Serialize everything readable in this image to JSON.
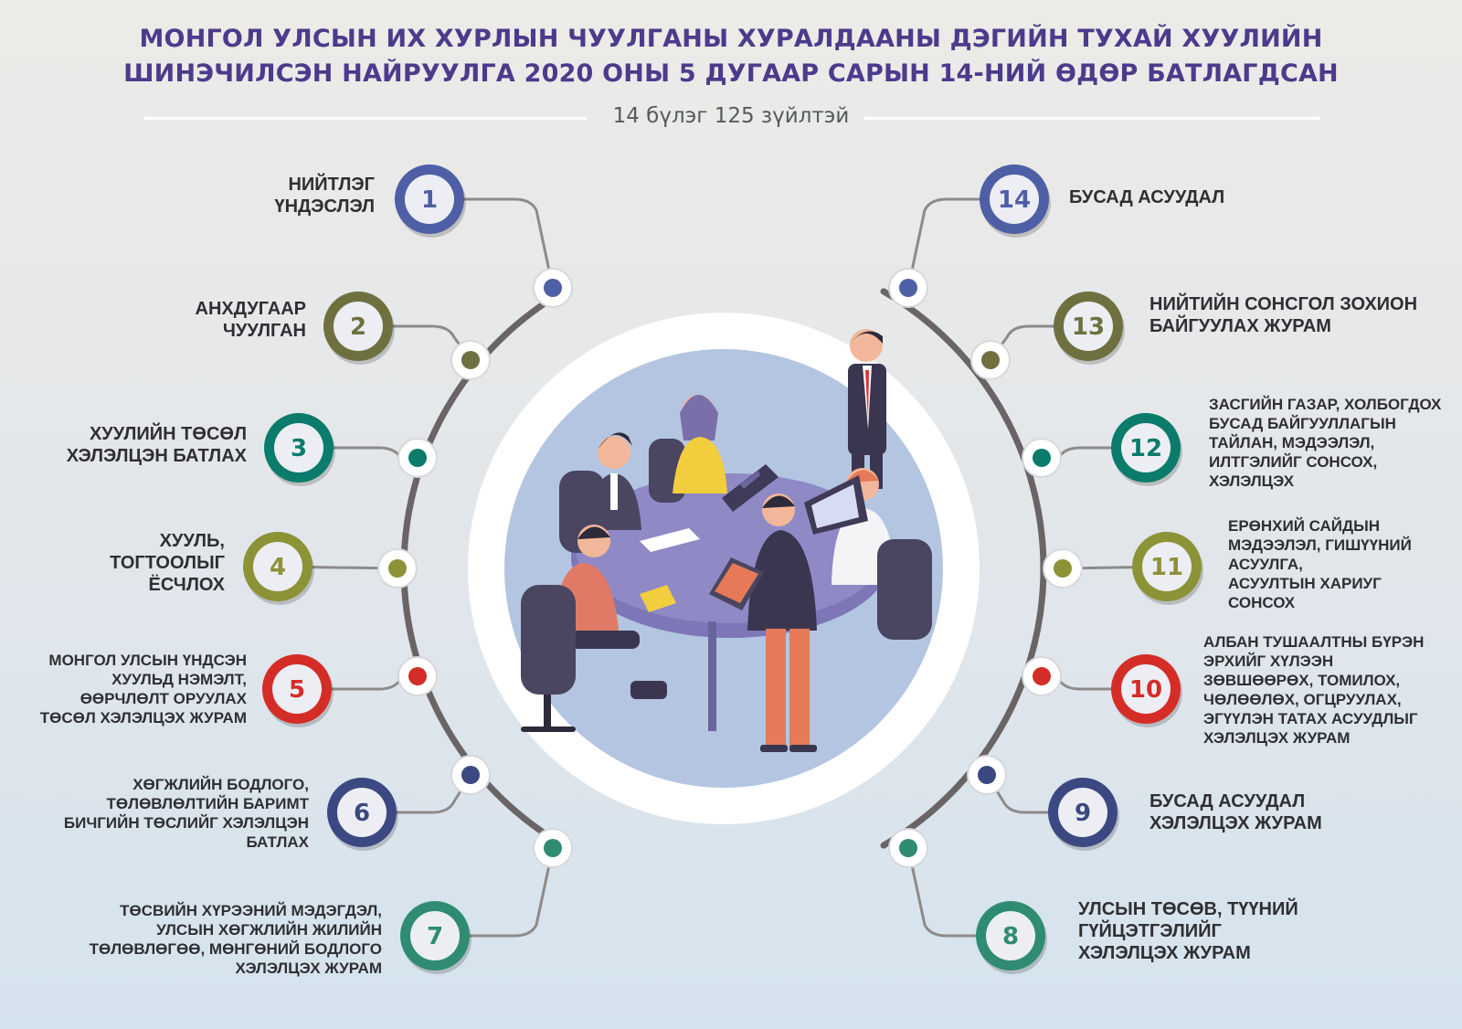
{
  "title": {
    "line1": "МОНГОЛ УЛСЫН ИХ ХУРЛЫН ЧУУЛГАНЫ ХУРАЛДААНЫ ДЭГИЙН ТУХАЙ ХУУЛИЙН",
    "line2": "ШИНЭЧИЛСЭН НАЙРУУЛГА 2020 ОНЫ 5 ДУГААР САРЫН 14-НИЙ ӨДӨР БАТЛАГДСАН"
  },
  "subtitle": "14 бүлэг 125 зүйлтэй",
  "colors": {
    "blue": "#4f5fa6",
    "olive": "#6f7040",
    "teal": "#0b7b6b",
    "lime": "#8c9236",
    "red": "#d42d27",
    "navy": "#3c4882",
    "green": "#2f8c73",
    "arc": "#6a6466",
    "connector": "#8e8a8a"
  },
  "chapters": [
    {
      "num": "1",
      "color": "blue",
      "lines": [
        "НИЙТЛЭГ",
        "ҮНДЭСЛЭЛ"
      ]
    },
    {
      "num": "2",
      "color": "olive",
      "lines": [
        "АНХДУГААР",
        "ЧУУЛГАН"
      ]
    },
    {
      "num": "3",
      "color": "teal",
      "lines": [
        "ХУУЛИЙН ТӨСӨЛ",
        "ХЭЛЭЛЦЭН БАТЛАХ"
      ]
    },
    {
      "num": "4",
      "color": "lime",
      "lines": [
        "ХУУЛЬ,",
        "ТОГТООЛЫГ",
        "ЁСЧЛОХ"
      ]
    },
    {
      "num": "5",
      "color": "red",
      "lines": [
        "МОНГОЛ УЛСЫН ҮНДСЭН",
        "ХУУЛЬД НЭМЭЛТ,",
        "ӨӨРЧЛӨЛТ ОРУУЛАХ",
        "ТӨСӨЛ ХЭЛЭЛЦЭХ ЖУРАМ"
      ]
    },
    {
      "num": "6",
      "color": "navy",
      "lines": [
        "ХӨГЖЛИЙН БОДЛОГО,",
        "ТӨЛӨВЛӨЛТИЙН БАРИМТ",
        "БИЧГИЙН ТӨСЛИЙГ ХЭЛЭЛЦЭН",
        "БАТЛАХ"
      ]
    },
    {
      "num": "7",
      "color": "green",
      "lines": [
        "ТӨСВИЙН ХҮРЭЭНИЙ МЭДЭГДЭЛ,",
        "УЛСЫН ХӨГЖЛИЙН ЖИЛИЙН",
        "ТӨЛӨВЛӨГӨӨ, МӨНГӨНИЙ БОДЛОГО",
        "ХЭЛЭЛЦЭХ ЖУРАМ"
      ]
    },
    {
      "num": "8",
      "color": "green",
      "lines": [
        "УЛСЫН ТӨСӨВ, ТҮҮНИЙ",
        "ГҮЙЦЭТГЭЛИЙГ",
        "ХЭЛЭЛЦЭХ ЖУРАМ"
      ]
    },
    {
      "num": "9",
      "color": "navy",
      "lines": [
        "БУСАД АСУУДАЛ",
        "ХЭЛЭЛЦЭХ ЖУРАМ"
      ]
    },
    {
      "num": "10",
      "color": "red",
      "lines": [
        "АЛБАН ТУШААЛТНЫ БҮРЭН",
        "ЭРХИЙГ ХҮЛЭЭН",
        "ЗӨВШӨӨРӨХ, ТОМИЛОХ,",
        "ЧӨЛӨӨЛӨХ, ОГЦРУУЛАХ,",
        "ЭГҮҮЛЭН ТАТАХ АСУУДЛЫГ",
        "ХЭЛЭЛЦЭХ ЖУРАМ"
      ]
    },
    {
      "num": "11",
      "color": "lime",
      "lines": [
        "ЕРӨНХИЙ САЙДЫН",
        "МЭДЭЭЛЭЛ, ГИШҮҮНИЙ",
        "АСУУЛГА,",
        "АСУУЛТЫН ХАРИУГ",
        "СОНСОХ"
      ]
    },
    {
      "num": "12",
      "color": "teal",
      "lines": [
        "ЗАСГИЙН ГАЗАР, ХОЛБОГДОХ",
        "БУСАД БАЙГУУЛЛАГЫН",
        "ТАЙЛАН, МЭДЭЭЛЭЛ,",
        "ИЛТГЭЛИЙГ СОНСОХ,",
        "ХЭЛЭЛЦЭХ"
      ]
    },
    {
      "num": "13",
      "color": "olive",
      "lines": [
        "НИЙТИЙН СОНСГОЛ ЗОХИОН",
        "БАЙГУУЛАХ ЖУРАМ"
      ]
    },
    {
      "num": "14",
      "color": "blue",
      "lines": [
        "БУСАД АСУУДАЛ"
      ]
    }
  ]
}
